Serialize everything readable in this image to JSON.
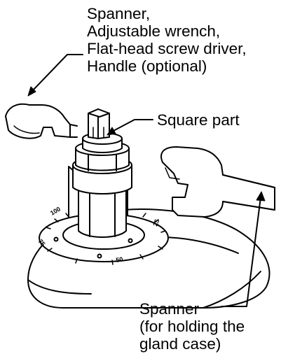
{
  "callouts": {
    "tools": {
      "lines": [
        "Spanner,",
        "Adjustable wrench,",
        "Flat-head screw driver,",
        "Handle (optional)"
      ]
    },
    "square_part": {
      "lines": [
        "Square part"
      ]
    },
    "holding_spanner": {
      "lines": [
        "Spanner",
        "(for holding the",
        "gland case)"
      ]
    }
  },
  "dial_marks": [
    "100",
    "75",
    "50",
    "25"
  ],
  "colors": {
    "ink": "#000000",
    "paper": "#ffffff"
  }
}
